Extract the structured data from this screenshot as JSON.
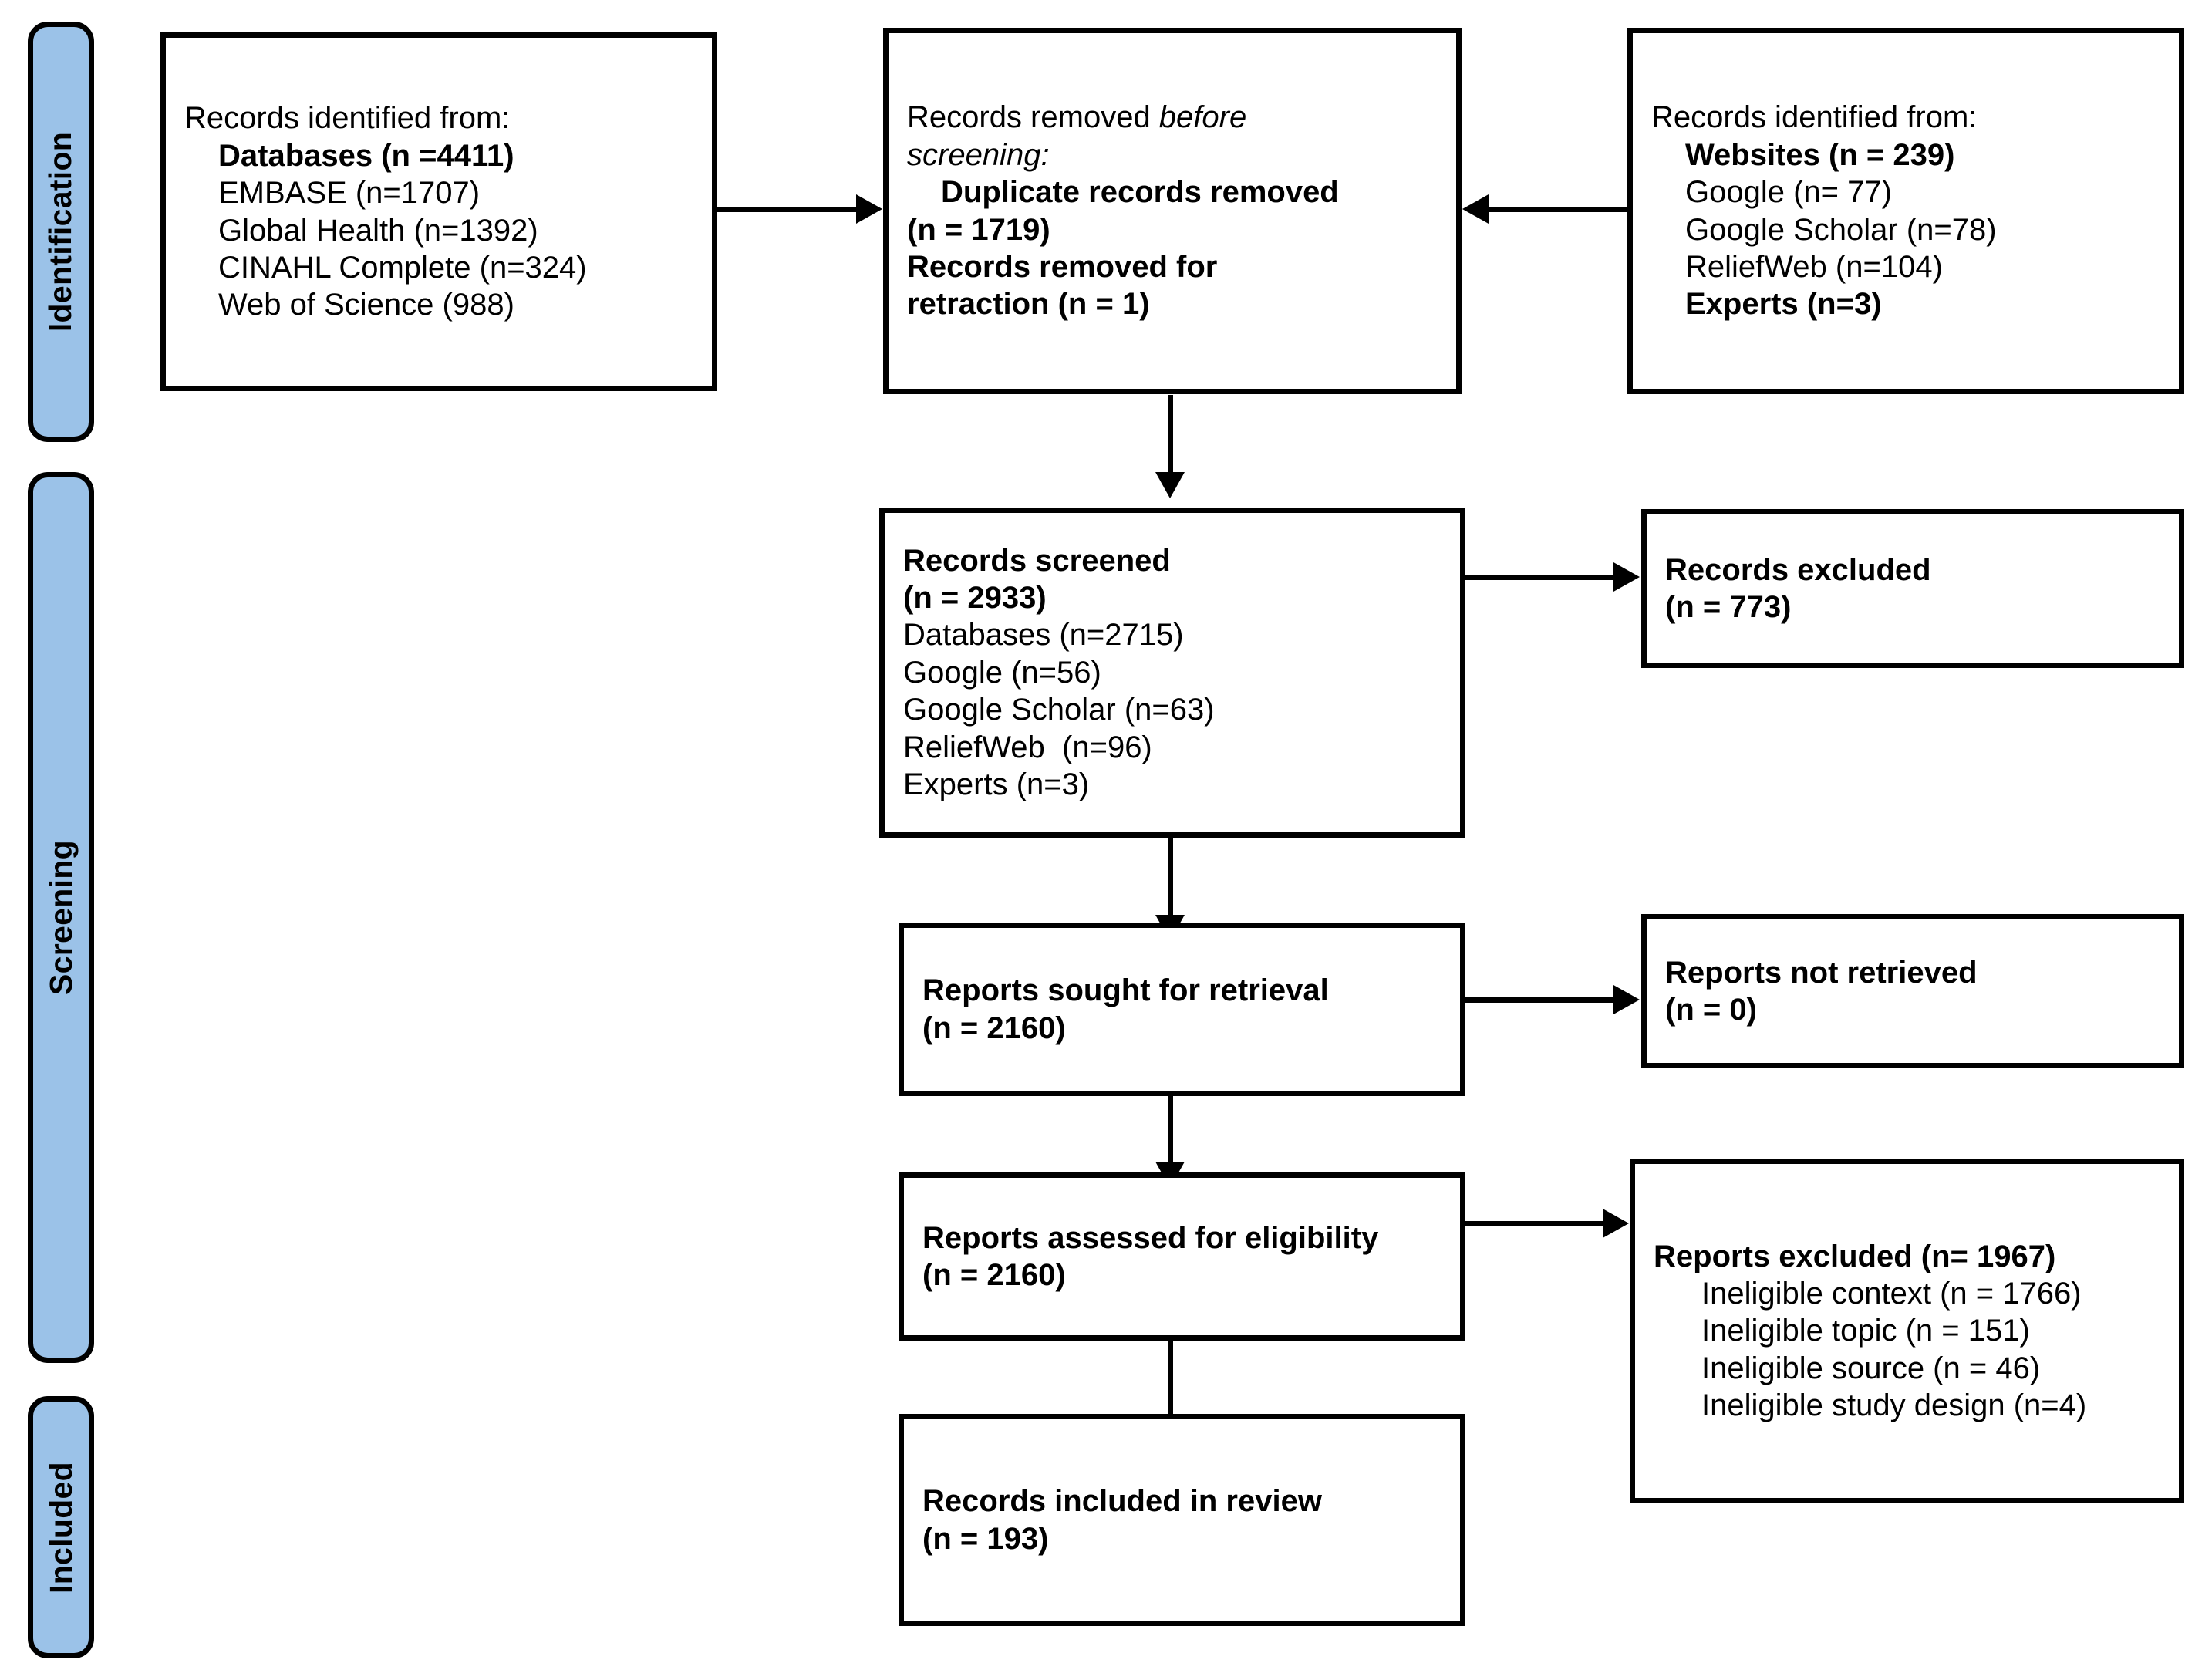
{
  "diagram": {
    "title": "PRISMA flow diagram",
    "accent_color": "#9BC2E8",
    "line_color": "#000000"
  },
  "stages": [
    {
      "key": "identification",
      "label": "Identification"
    },
    {
      "key": "screening",
      "label": "Screening"
    },
    {
      "key": "included",
      "label": "Included"
    }
  ],
  "boxes": {
    "identification_databases": {
      "name": "Records identified from databases",
      "lines": [
        {
          "text": "Records identified from:",
          "bold": false,
          "italic": false,
          "indent": 0
        },
        {
          "text": "Databases (n =4411)",
          "bold": true,
          "italic": false,
          "indent": 1
        },
        {
          "text": "EMBASE (n=1707)",
          "bold": false,
          "italic": false,
          "indent": 1
        },
        {
          "text": "Global Health (n=1392)",
          "bold": false,
          "italic": false,
          "indent": 1
        },
        {
          "text": "CINAHL Complete (n=324)",
          "bold": false,
          "italic": false,
          "indent": 1
        },
        {
          "text": "Web of Science (988)",
          "bold": false,
          "italic": false,
          "indent": 1
        }
      ]
    },
    "records_removed": {
      "name": "Records removed before screening",
      "lines": [
        {
          "text": "Records removed ",
          "bold": false,
          "italic": false,
          "indent": 0,
          "trail_italic": "before"
        },
        {
          "text": "screening:",
          "bold": false,
          "italic": true,
          "indent": 0
        },
        {
          "text": "Duplicate records removed",
          "bold": true,
          "italic": false,
          "indent": 1
        },
        {
          "text": "(n = 1719)",
          "bold": true,
          "italic": false,
          "indent": 0
        },
        {
          "text": "Records removed for",
          "bold": true,
          "italic": false,
          "indent": 0
        },
        {
          "text": "retraction (n = 1)",
          "bold": true,
          "italic": false,
          "indent": 0
        }
      ]
    },
    "identification_other": {
      "name": "Records identified from other sources",
      "lines": [
        {
          "text": "Records identified from:",
          "bold": false,
          "italic": false,
          "indent": 0
        },
        {
          "text": "Websites (n = 239)",
          "bold": true,
          "italic": false,
          "indent": 1
        },
        {
          "text": "Google (n= 77)",
          "bold": false,
          "italic": false,
          "indent": 1
        },
        {
          "text": "Google Scholar (n=78)",
          "bold": false,
          "italic": false,
          "indent": 1
        },
        {
          "text": "ReliefWeb (n=104)",
          "bold": false,
          "italic": false,
          "indent": 1
        },
        {
          "text": "Experts (n=3)",
          "bold": true,
          "italic": false,
          "indent": 1
        }
      ]
    },
    "records_screened": {
      "name": "Records screened",
      "lines": [
        {
          "text": "Records screened",
          "bold": true,
          "italic": false,
          "indent": 0
        },
        {
          "text": "(n = 2933)",
          "bold": true,
          "italic": false,
          "indent": 0
        },
        {
          "text": "Databases (n=2715)",
          "bold": false,
          "italic": false,
          "indent": 0
        },
        {
          "text": "Google (n=56)",
          "bold": false,
          "italic": false,
          "indent": 0
        },
        {
          "text": "Google Scholar (n=63)",
          "bold": false,
          "italic": false,
          "indent": 0
        },
        {
          "text": "ReliefWeb  (n=96)",
          "bold": false,
          "italic": false,
          "indent": 0
        },
        {
          "text": "Experts (n=3)",
          "bold": false,
          "italic": false,
          "indent": 0
        }
      ]
    },
    "records_excluded": {
      "name": "Records excluded",
      "lines": [
        {
          "text": "Records excluded",
          "bold": true,
          "italic": false,
          "indent": 0
        },
        {
          "text": "(n = 773)",
          "bold": true,
          "italic": false,
          "indent": 0
        }
      ]
    },
    "reports_sought": {
      "name": "Reports sought for retrieval",
      "lines": [
        {
          "text": "Reports sought for retrieval",
          "bold": true,
          "italic": false,
          "indent": 0
        },
        {
          "text": "(n = 2160)",
          "bold": true,
          "italic": false,
          "indent": 0
        }
      ]
    },
    "reports_not_retrieved": {
      "name": "Reports not retrieved",
      "lines": [
        {
          "text": "Reports not retrieved",
          "bold": true,
          "italic": false,
          "indent": 0
        },
        {
          "text": "(n = 0)",
          "bold": true,
          "italic": false,
          "indent": 0
        }
      ]
    },
    "reports_assessed": {
      "name": "Reports assessed for eligibility",
      "lines": [
        {
          "text": "Reports assessed for eligibility",
          "bold": true,
          "italic": false,
          "indent": 0
        },
        {
          "text": "(n = 2160)",
          "bold": true,
          "italic": false,
          "indent": 0
        }
      ]
    },
    "reports_excluded": {
      "name": "Reports excluded",
      "lines": [
        {
          "text": "Reports excluded (n= 1967)",
          "bold": true,
          "italic": false,
          "indent": 0
        },
        {
          "text": "Ineligible context (n = 1766)",
          "bold": false,
          "italic": false,
          "indent": 2
        },
        {
          "text": "Ineligible topic (n = 151)",
          "bold": false,
          "italic": false,
          "indent": 2
        },
        {
          "text": "Ineligible source (n = 46)",
          "bold": false,
          "italic": false,
          "indent": 2
        },
        {
          "text": "Ineligible study design (n=4)",
          "bold": false,
          "italic": false,
          "indent": 2
        }
      ]
    },
    "records_included": {
      "name": "Records included in review",
      "lines": [
        {
          "text": "Records included in review",
          "bold": true,
          "italic": false,
          "indent": 0
        },
        {
          "text": "(n = 193)",
          "bold": true,
          "italic": false,
          "indent": 0
        }
      ]
    }
  },
  "connectors": [
    {
      "name": "databases-to-removed",
      "type": "arrow-right"
    },
    {
      "name": "other-sources-to-removed",
      "type": "arrow-left"
    },
    {
      "name": "removed-to-screened",
      "type": "arrow-down"
    },
    {
      "name": "screened-to-excluded",
      "type": "arrow-right"
    },
    {
      "name": "screened-to-sought",
      "type": "arrow-down"
    },
    {
      "name": "sought-to-not-retrieved",
      "type": "arrow-right"
    },
    {
      "name": "sought-to-assessed",
      "type": "arrow-down"
    },
    {
      "name": "assessed-to-reports-excluded",
      "type": "arrow-right"
    },
    {
      "name": "assessed-to-included",
      "type": "arrow-down"
    }
  ]
}
